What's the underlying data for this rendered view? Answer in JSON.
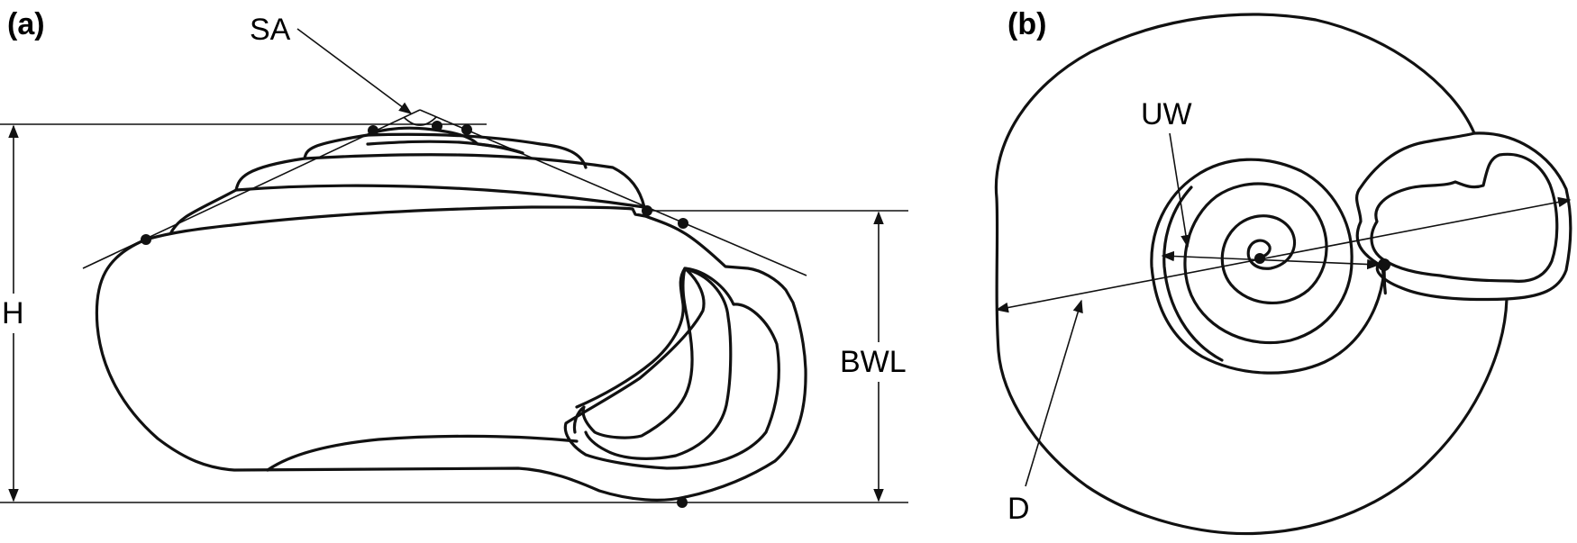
{
  "panels": {
    "a": {
      "label": "(a)",
      "measurements": {
        "sa": "SA",
        "h": "H",
        "bwl": "BWL"
      }
    },
    "b": {
      "label": "(b)",
      "measurements": {
        "uw": "UW",
        "d": "D"
      }
    }
  },
  "colors": {
    "ink": "#111111",
    "background": "#ffffff"
  }
}
